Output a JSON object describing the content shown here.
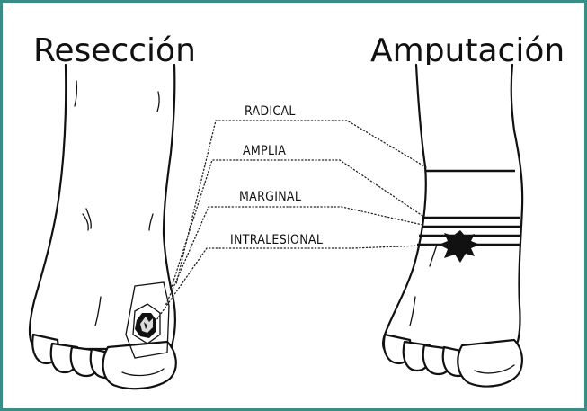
{
  "colors": {
    "frame": "#3a8d86",
    "ink": "#111111",
    "background": "#ffffff"
  },
  "titles": {
    "left": "Resección",
    "right": "Amputación"
  },
  "labels": {
    "radical": "RADICAL",
    "amplia": "AMPLIA",
    "marginal": "MARGINAL",
    "intralesional": "INTRALESIONAL"
  },
  "icons": {
    "lesion_left": "lesion-icon",
    "lesion_right": "lesion-icon"
  }
}
